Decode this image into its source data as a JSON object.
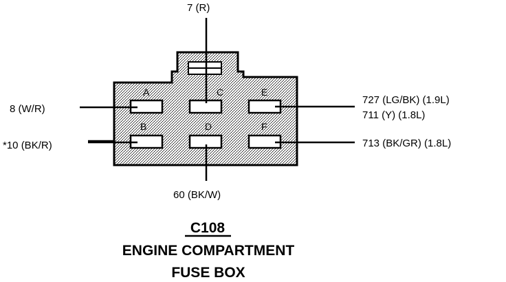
{
  "connector": {
    "id": "C108",
    "name_line1": "ENGINE COMPARTMENT",
    "name_line2": "FUSE BOX"
  },
  "pins": {
    "A": "A",
    "B": "B",
    "C": "C",
    "D": "D",
    "E": "E",
    "F": "F"
  },
  "wires": {
    "top": "7 (R)",
    "left_upper": "8 (W/R)",
    "left_lower": "*10 (BK/R)",
    "bottom": "60 (BK/W)",
    "right_upper_1": "727 (LG/BK) (1.9L)",
    "right_upper_2": "711 (Y) (1.8L)",
    "right_lower": "713 (BK/GR) (1.8L)"
  },
  "colors": {
    "ink": "#000000",
    "housing_fill": "#d4d4d4",
    "background": "#ffffff"
  }
}
